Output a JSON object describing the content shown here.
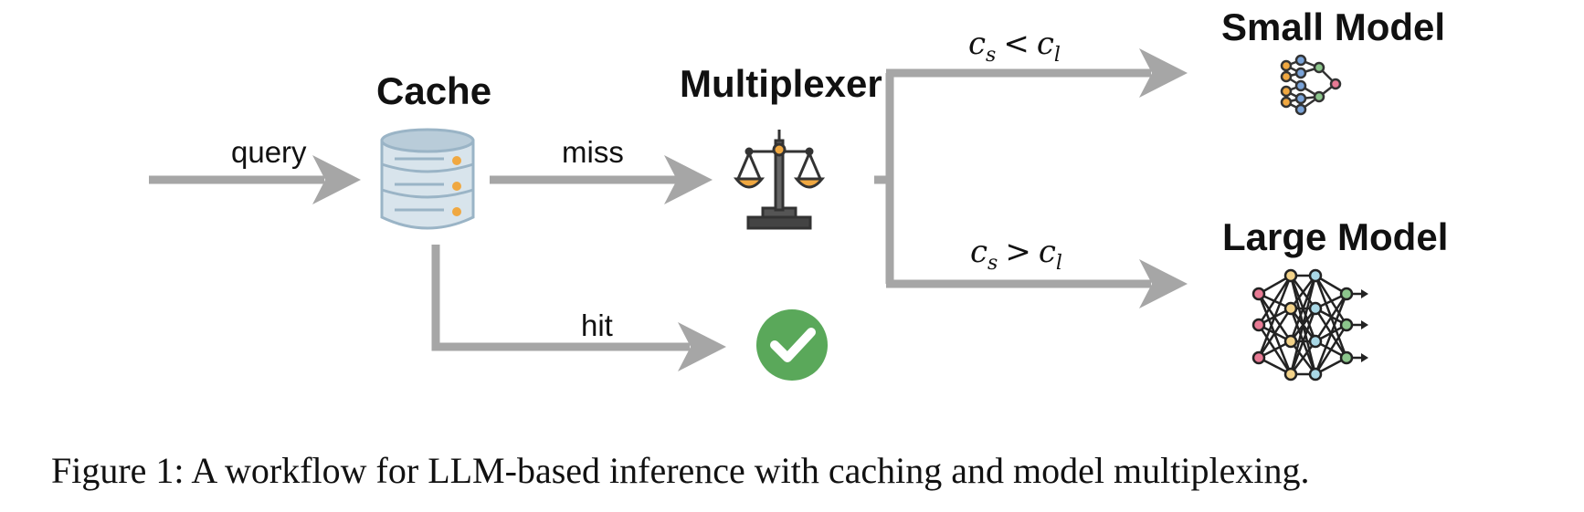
{
  "nodes": {
    "cache": "Cache",
    "multiplexer": "Multiplexer",
    "small_model": "Small Model",
    "large_model": "Large Model"
  },
  "edges": {
    "query": "query",
    "miss": "miss",
    "hit": "hit"
  },
  "conditions": {
    "small": {
      "left": "c",
      "left_sub": "s",
      "op": "<",
      "right": "c",
      "right_sub": "l"
    },
    "large": {
      "left": "c",
      "left_sub": "s",
      "op": ">",
      "right": "c",
      "right_sub": "l"
    }
  },
  "caption": "Figure 1: A workflow for LLM-based inference with caching and model multiplexing.",
  "colors": {
    "arrow": "#a6a6a6",
    "accent_orange": "#f0a841",
    "check_green": "#5aa85a",
    "cache_body": "#d8e4ec",
    "node_outline": "#333333"
  }
}
